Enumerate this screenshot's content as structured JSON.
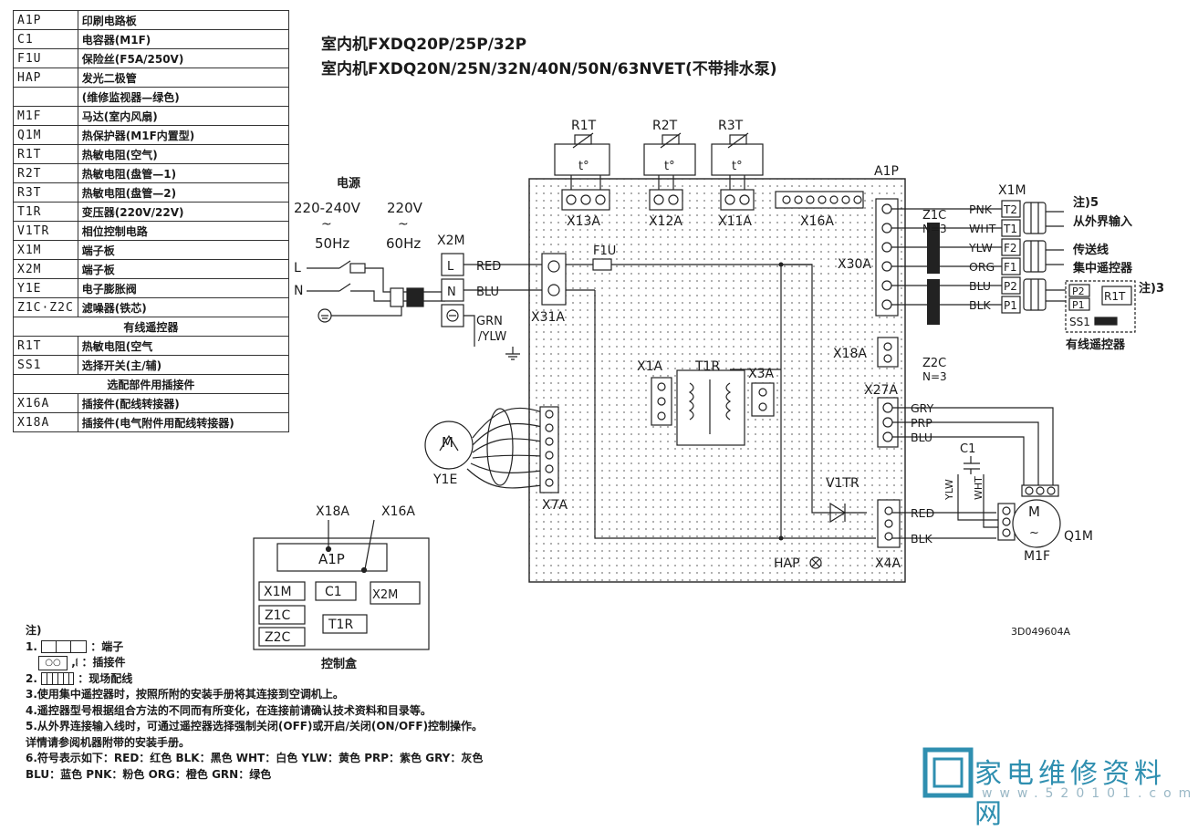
{
  "legend": {
    "rows": [
      {
        "code": "A1P",
        "desc": "印刷电路板"
      },
      {
        "code": "C1",
        "desc": "电容器(M1F)"
      },
      {
        "code": "F1U",
        "desc": "保险丝(F5A/250V)"
      },
      {
        "code": "HAP",
        "desc": "发光二极管"
      },
      {
        "code": "",
        "desc": "(维修监视器—绿色)"
      },
      {
        "code": "M1F",
        "desc": "马达(室内风扇)"
      },
      {
        "code": "Q1M",
        "desc": "热保护器(M1F内置型)"
      },
      {
        "code": "R1T",
        "desc": "热敏电阻(空气)"
      },
      {
        "code": "R2T",
        "desc": "热敏电阻(盘管—1)"
      },
      {
        "code": "R3T",
        "desc": "热敏电阻(盘管—2)"
      },
      {
        "code": "T1R",
        "desc": "变压器(220V/22V)"
      },
      {
        "code": "V1TR",
        "desc": "相位控制电路"
      },
      {
        "code": "X1M",
        "desc": "端子板"
      },
      {
        "code": "X2M",
        "desc": "端子板"
      },
      {
        "code": "Y1E",
        "desc": "电子膨胀阀"
      },
      {
        "code": "Z1C·Z2C",
        "desc": "滤噪器(铁芯)"
      }
    ],
    "section_remote": "有线遥控器",
    "remote_rows": [
      {
        "code": "R1T",
        "desc": "热敏电阻(空气"
      },
      {
        "code": "SS1",
        "desc": "选择开关(主/辅)"
      }
    ],
    "section_optional": "选配部件用插接件",
    "optional_rows": [
      {
        "code": "X16A",
        "desc": "插接件(配线转接器)"
      },
      {
        "code": "X18A",
        "desc": "插接件(电气附件用配线转接器)"
      }
    ]
  },
  "titles": {
    "line1": "室内机FXDQ20P/25P/32P",
    "line2": "室内机FXDQ20N/25N/32N/40N/50N/63NVET(不带排水泵)"
  },
  "diagram": {
    "power": "电源",
    "v1": "220-240V",
    "hz1": "50Hz",
    "v2": "220V",
    "hz2": "60Hz",
    "tilde": "~",
    "L": "L",
    "N": "N",
    "x2m": "X2M",
    "red": "RED",
    "blu": "BLU",
    "grn": "GRN",
    "ylw_slash": "/YLW",
    "x31a": "X31A",
    "f1u": "F1U",
    "r1t": "R1T",
    "r2t": "R2T",
    "r3t": "R3T",
    "t_sym": "t°",
    "x13a": "X13A",
    "x12a": "X12A",
    "x11a": "X11A",
    "x16a": "X16A",
    "a1p": "A1P",
    "x30a": "X30A",
    "z1c": "Z1C",
    "z2c": "Z2C",
    "n3": "N=3",
    "pnk": "PNK",
    "wht": "WHT",
    "ylw": "YLW",
    "org": "ORG",
    "blk": "BLK",
    "t2": "T2",
    "t1": "T1",
    "f2": "F2",
    "f1": "F1",
    "p2": "P2",
    "p1": "P1",
    "x1m": "X1M",
    "note5": "注)5",
    "ext_input": "从外界输入",
    "trans_line": "传送线",
    "central_remote": "集中遥控器",
    "note3": "注)3",
    "r1t_small": "R1T",
    "ss1": "SS1",
    "wired_remote": "有线遥控器",
    "x18a": "X18A",
    "x27a": "X27A",
    "gry": "GRY",
    "prp": "PRP",
    "x1a": "X1A",
    "t1r": "T1R",
    "x3a": "X3A",
    "m": "M",
    "y1e": "Y1E",
    "x7a": "X7A",
    "c1": "C1",
    "v1tr": "V1TR",
    "hap": "HAP",
    "x4a": "X4A",
    "q1m": "Q1M",
    "m1f": "M1F"
  },
  "control_box": {
    "x18a": "X18A",
    "x16a": "X16A",
    "a1p": "A1P",
    "x1m": "X1M",
    "c1": "C1",
    "x2m": "X2M",
    "z1c": "Z1C",
    "t1r": "T1R",
    "z2c": "Z2C",
    "caption": "控制盒"
  },
  "doc_number": "3D049604A",
  "notes": {
    "head": "注)",
    "n1a": "1.",
    "n1b": "：端子",
    "n1c": "：插接件",
    "n2a": "2.",
    "n2b": "：现场配线",
    "n3": "3.使用集中遥控器时，按照所附的安装手册将其连接到空调机上。",
    "n4": "4.遥控器型号根据组合方法的不同而有所变化，在连接前请确认技术资料和目录等。",
    "n5a": "5.从外界连接输入线时，可通过遥控器选择强制关闭(OFF)或开启/关闭(ON/OFF)控制操作。",
    "n5b": "  详情请参阅机器附带的安装手册。",
    "n6a": "6.符号表示如下：RED：红色   BLK：黑色   WHT：白色   YLW：黄色   PRP：紫色   GRY：灰色",
    "n6b": "  BLU：蓝色   PNK：粉色   ORG：橙色   GRN：绿色"
  },
  "watermark": {
    "text": "家电维修资料网",
    "url": "www.520101.com"
  }
}
